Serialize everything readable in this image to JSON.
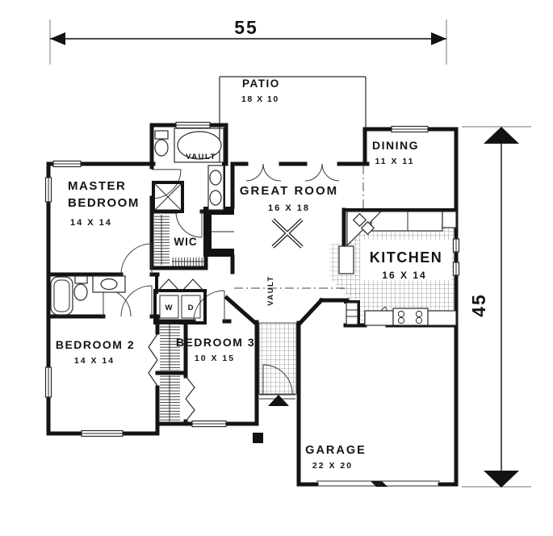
{
  "plan": {
    "width_label": "55",
    "height_label": "45",
    "rooms": {
      "patio": {
        "name": "PATIO",
        "size": "18 X 10"
      },
      "great_room": {
        "name": "GREAT ROOM",
        "size": "16 X 18"
      },
      "dining": {
        "name": "DINING",
        "size": "11 X 11"
      },
      "kitchen": {
        "name": "KITCHEN",
        "size": "16 X 14"
      },
      "master_bedroom": {
        "name_line1": "MASTER",
        "name_line2": "BEDROOM",
        "size": "14 X 14"
      },
      "bedroom_2": {
        "name": "BEDROOM 2",
        "size": "14 X 14"
      },
      "bedroom_3": {
        "name": "BEDROOM 3",
        "size": "10 X 15"
      },
      "garage": {
        "name": "GARAGE",
        "size": "22 X 20"
      },
      "walk_in_closet": {
        "name": "WIC"
      }
    },
    "fixtures": {
      "washer": "W",
      "dryer": "D"
    },
    "ceiling": {
      "vault_master_bath": "VAULT",
      "vault_hall": "VAULT"
    }
  }
}
